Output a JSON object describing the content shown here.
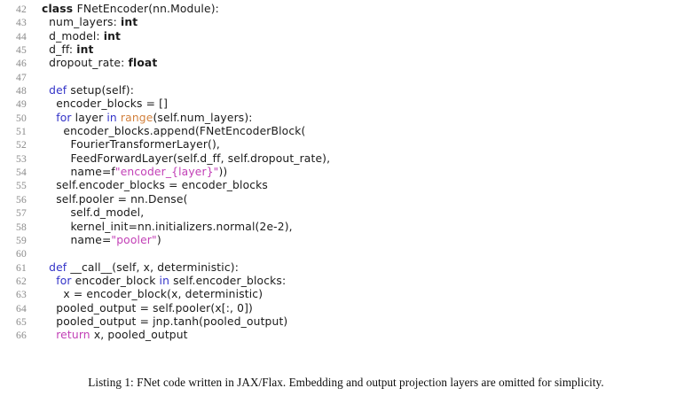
{
  "figure": {
    "caption": "Listing 1: FNet code written in JAX/Flax. Embedding and output projection layers are omitted for simplicity."
  },
  "colors": {
    "keyword": "#3333c8",
    "keyword_bold": "#1a1a1a",
    "builtin": "#d2803c",
    "string": "#c23fb6",
    "return": "#c23fb6",
    "text": "#1a1a1a",
    "line_number": "#8a8a8a",
    "background": "#ffffff"
  },
  "code": {
    "language": "python",
    "first_line_number": 42,
    "lines": [
      {
        "n": "42",
        "tokens": [
          {
            "t": "class ",
            "c": "kwbold"
          },
          {
            "t": "FNetEncoder(nn.Module):",
            "c": "plain"
          }
        ]
      },
      {
        "n": "43",
        "tokens": [
          {
            "t": "  num_layers: ",
            "c": "plain"
          },
          {
            "t": "int",
            "c": "kwbold"
          }
        ]
      },
      {
        "n": "44",
        "tokens": [
          {
            "t": "  d_model: ",
            "c": "plain"
          },
          {
            "t": "int",
            "c": "kwbold"
          }
        ]
      },
      {
        "n": "45",
        "tokens": [
          {
            "t": "  d_ff: ",
            "c": "plain"
          },
          {
            "t": "int",
            "c": "kwbold"
          }
        ]
      },
      {
        "n": "46",
        "tokens": [
          {
            "t": "  dropout_rate: ",
            "c": "plain"
          },
          {
            "t": "float",
            "c": "kwbold"
          }
        ]
      },
      {
        "n": "47",
        "tokens": [
          {
            "t": "",
            "c": "plain"
          }
        ]
      },
      {
        "n": "48",
        "tokens": [
          {
            "t": "  ",
            "c": "plain"
          },
          {
            "t": "def ",
            "c": "kw"
          },
          {
            "t": "setup(self):",
            "c": "plain"
          }
        ]
      },
      {
        "n": "49",
        "tokens": [
          {
            "t": "    encoder_blocks = []",
            "c": "plain"
          }
        ]
      },
      {
        "n": "50",
        "tokens": [
          {
            "t": "    ",
            "c": "plain"
          },
          {
            "t": "for ",
            "c": "kw"
          },
          {
            "t": "layer ",
            "c": "plain"
          },
          {
            "t": "in ",
            "c": "kw"
          },
          {
            "t": "range",
            "c": "builtin"
          },
          {
            "t": "(self.num_layers):",
            "c": "plain"
          }
        ]
      },
      {
        "n": "51",
        "tokens": [
          {
            "t": "      encoder_blocks.append(FNetEncoderBlock(",
            "c": "plain"
          }
        ]
      },
      {
        "n": "52",
        "tokens": [
          {
            "t": "        FourierTransformerLayer(),",
            "c": "plain"
          }
        ]
      },
      {
        "n": "53",
        "tokens": [
          {
            "t": "        FeedForwardLayer(self.d_ff, self.dropout_rate),",
            "c": "plain"
          }
        ]
      },
      {
        "n": "54",
        "tokens": [
          {
            "t": "        name=f",
            "c": "plain"
          },
          {
            "t": "\"encoder_{layer}\"",
            "c": "str"
          },
          {
            "t": "))",
            "c": "plain"
          }
        ]
      },
      {
        "n": "55",
        "tokens": [
          {
            "t": "    self.encoder_blocks = encoder_blocks",
            "c": "plain"
          }
        ]
      },
      {
        "n": "56",
        "tokens": [
          {
            "t": "    self.pooler = nn.Dense(",
            "c": "plain"
          }
        ]
      },
      {
        "n": "57",
        "tokens": [
          {
            "t": "        self.d_model,",
            "c": "plain"
          }
        ]
      },
      {
        "n": "58",
        "tokens": [
          {
            "t": "        kernel_init=nn.initializers.normal(2e-2),",
            "c": "plain"
          }
        ]
      },
      {
        "n": "59",
        "tokens": [
          {
            "t": "        name=",
            "c": "plain"
          },
          {
            "t": "\"pooler\"",
            "c": "str"
          },
          {
            "t": ")",
            "c": "plain"
          }
        ]
      },
      {
        "n": "60",
        "tokens": [
          {
            "t": "",
            "c": "plain"
          }
        ]
      },
      {
        "n": "61",
        "tokens": [
          {
            "t": "  ",
            "c": "plain"
          },
          {
            "t": "def ",
            "c": "kw"
          },
          {
            "t": "__call__(self, x, deterministic):",
            "c": "plain"
          }
        ]
      },
      {
        "n": "62",
        "tokens": [
          {
            "t": "    ",
            "c": "plain"
          },
          {
            "t": "for ",
            "c": "kw"
          },
          {
            "t": "encoder_block ",
            "c": "plain"
          },
          {
            "t": "in ",
            "c": "kw"
          },
          {
            "t": "self.encoder_blocks:",
            "c": "plain"
          }
        ]
      },
      {
        "n": "63",
        "tokens": [
          {
            "t": "      x = encoder_block(x, deterministic)",
            "c": "plain"
          }
        ]
      },
      {
        "n": "64",
        "tokens": [
          {
            "t": "    pooled_output = self.pooler(x[:, 0])",
            "c": "plain"
          }
        ]
      },
      {
        "n": "65",
        "tokens": [
          {
            "t": "    pooled_output = jnp.tanh(pooled_output)",
            "c": "plain"
          }
        ]
      },
      {
        "n": "66",
        "tokens": [
          {
            "t": "    ",
            "c": "plain"
          },
          {
            "t": "return ",
            "c": "ret"
          },
          {
            "t": "x, pooled_output",
            "c": "plain"
          }
        ]
      }
    ]
  }
}
